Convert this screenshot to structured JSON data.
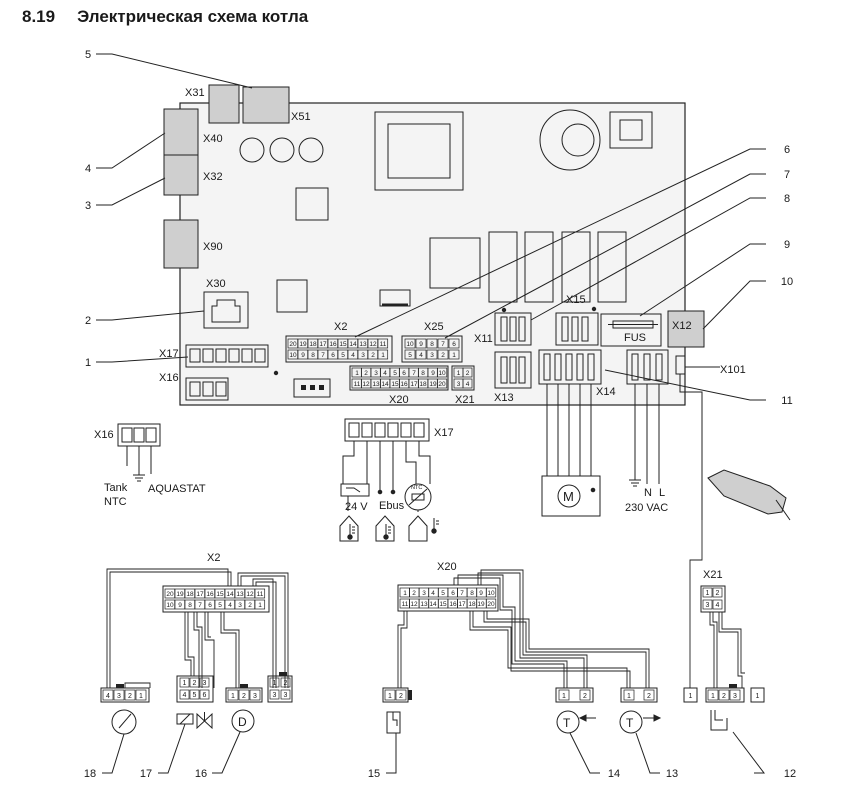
{
  "header": {
    "section_number": "8.19",
    "title": "Электрическая схема котла"
  },
  "board_connectors": {
    "x31": "X31",
    "x51": "X51",
    "x40": "X40",
    "x32": "X32",
    "x90": "X90",
    "x30": "X30",
    "x17": "X17",
    "x16": "X16",
    "x2": "X2",
    "x25": "X25",
    "x20": "X20",
    "x21": "X21",
    "x11": "X11",
    "x13": "X13",
    "x15": "X15",
    "x14": "X14",
    "x12": "X12",
    "fus": "FUS",
    "x101": "X101"
  },
  "callouts": [
    "1",
    "2",
    "3",
    "4",
    "5",
    "6",
    "7",
    "8",
    "9",
    "10",
    "11",
    "12",
    "13",
    "14",
    "15",
    "16",
    "17",
    "18"
  ],
  "x2_top_row": [
    "20",
    "19",
    "18",
    "17",
    "16",
    "15",
    "14",
    "13",
    "12",
    "11"
  ],
  "x2_bottom_row": [
    "10",
    "9",
    "8",
    "7",
    "6",
    "5",
    "4",
    "3",
    "2",
    "1"
  ],
  "x20_top_row": [
    "1",
    "2",
    "3",
    "4",
    "5",
    "6",
    "7",
    "8",
    "9",
    "10"
  ],
  "x20_bottom_row": [
    "11",
    "12",
    "13",
    "14",
    "15",
    "16",
    "17",
    "18",
    "19",
    "20"
  ],
  "x25_top_row": [
    "10",
    "9",
    "8",
    "7",
    "6"
  ],
  "x25_bottom_row": [
    "5",
    "4",
    "3",
    "2",
    "1"
  ],
  "x21_pins": [
    "1",
    "2",
    "3",
    "4"
  ],
  "x16_detail": {
    "label": "X16",
    "tank": "Tank",
    "ntc": "NTC",
    "aquastat": "AQUASTAT"
  },
  "x17_detail": {
    "label": "X17",
    "v24": "24 V",
    "ebus": "Ebus",
    "ntc_sensor": "NTC"
  },
  "power": {
    "n": "N",
    "l": "L",
    "vac": "230 VAC",
    "motor": "M"
  },
  "bottom_labels": {
    "x2": "X2",
    "x20": "X20",
    "x21": "X21",
    "conn18_pins": [
      "4",
      "3",
      "2",
      "1"
    ],
    "conn17_pins": [
      "1",
      "2",
      "3",
      "4",
      "5",
      "6"
    ],
    "conn16_pins": [
      "1",
      "2",
      "3"
    ],
    "conn16_symbol": "D",
    "conn15_pins": [
      "1",
      "2"
    ],
    "conn14_pins": [
      "1",
      "2"
    ],
    "conn13_pins": [
      "1",
      "2"
    ],
    "conn12_single": "1",
    "conn12_pins": [
      "1",
      "2",
      "3"
    ],
    "conn12_end": "1",
    "sensor_t": "T"
  }
}
